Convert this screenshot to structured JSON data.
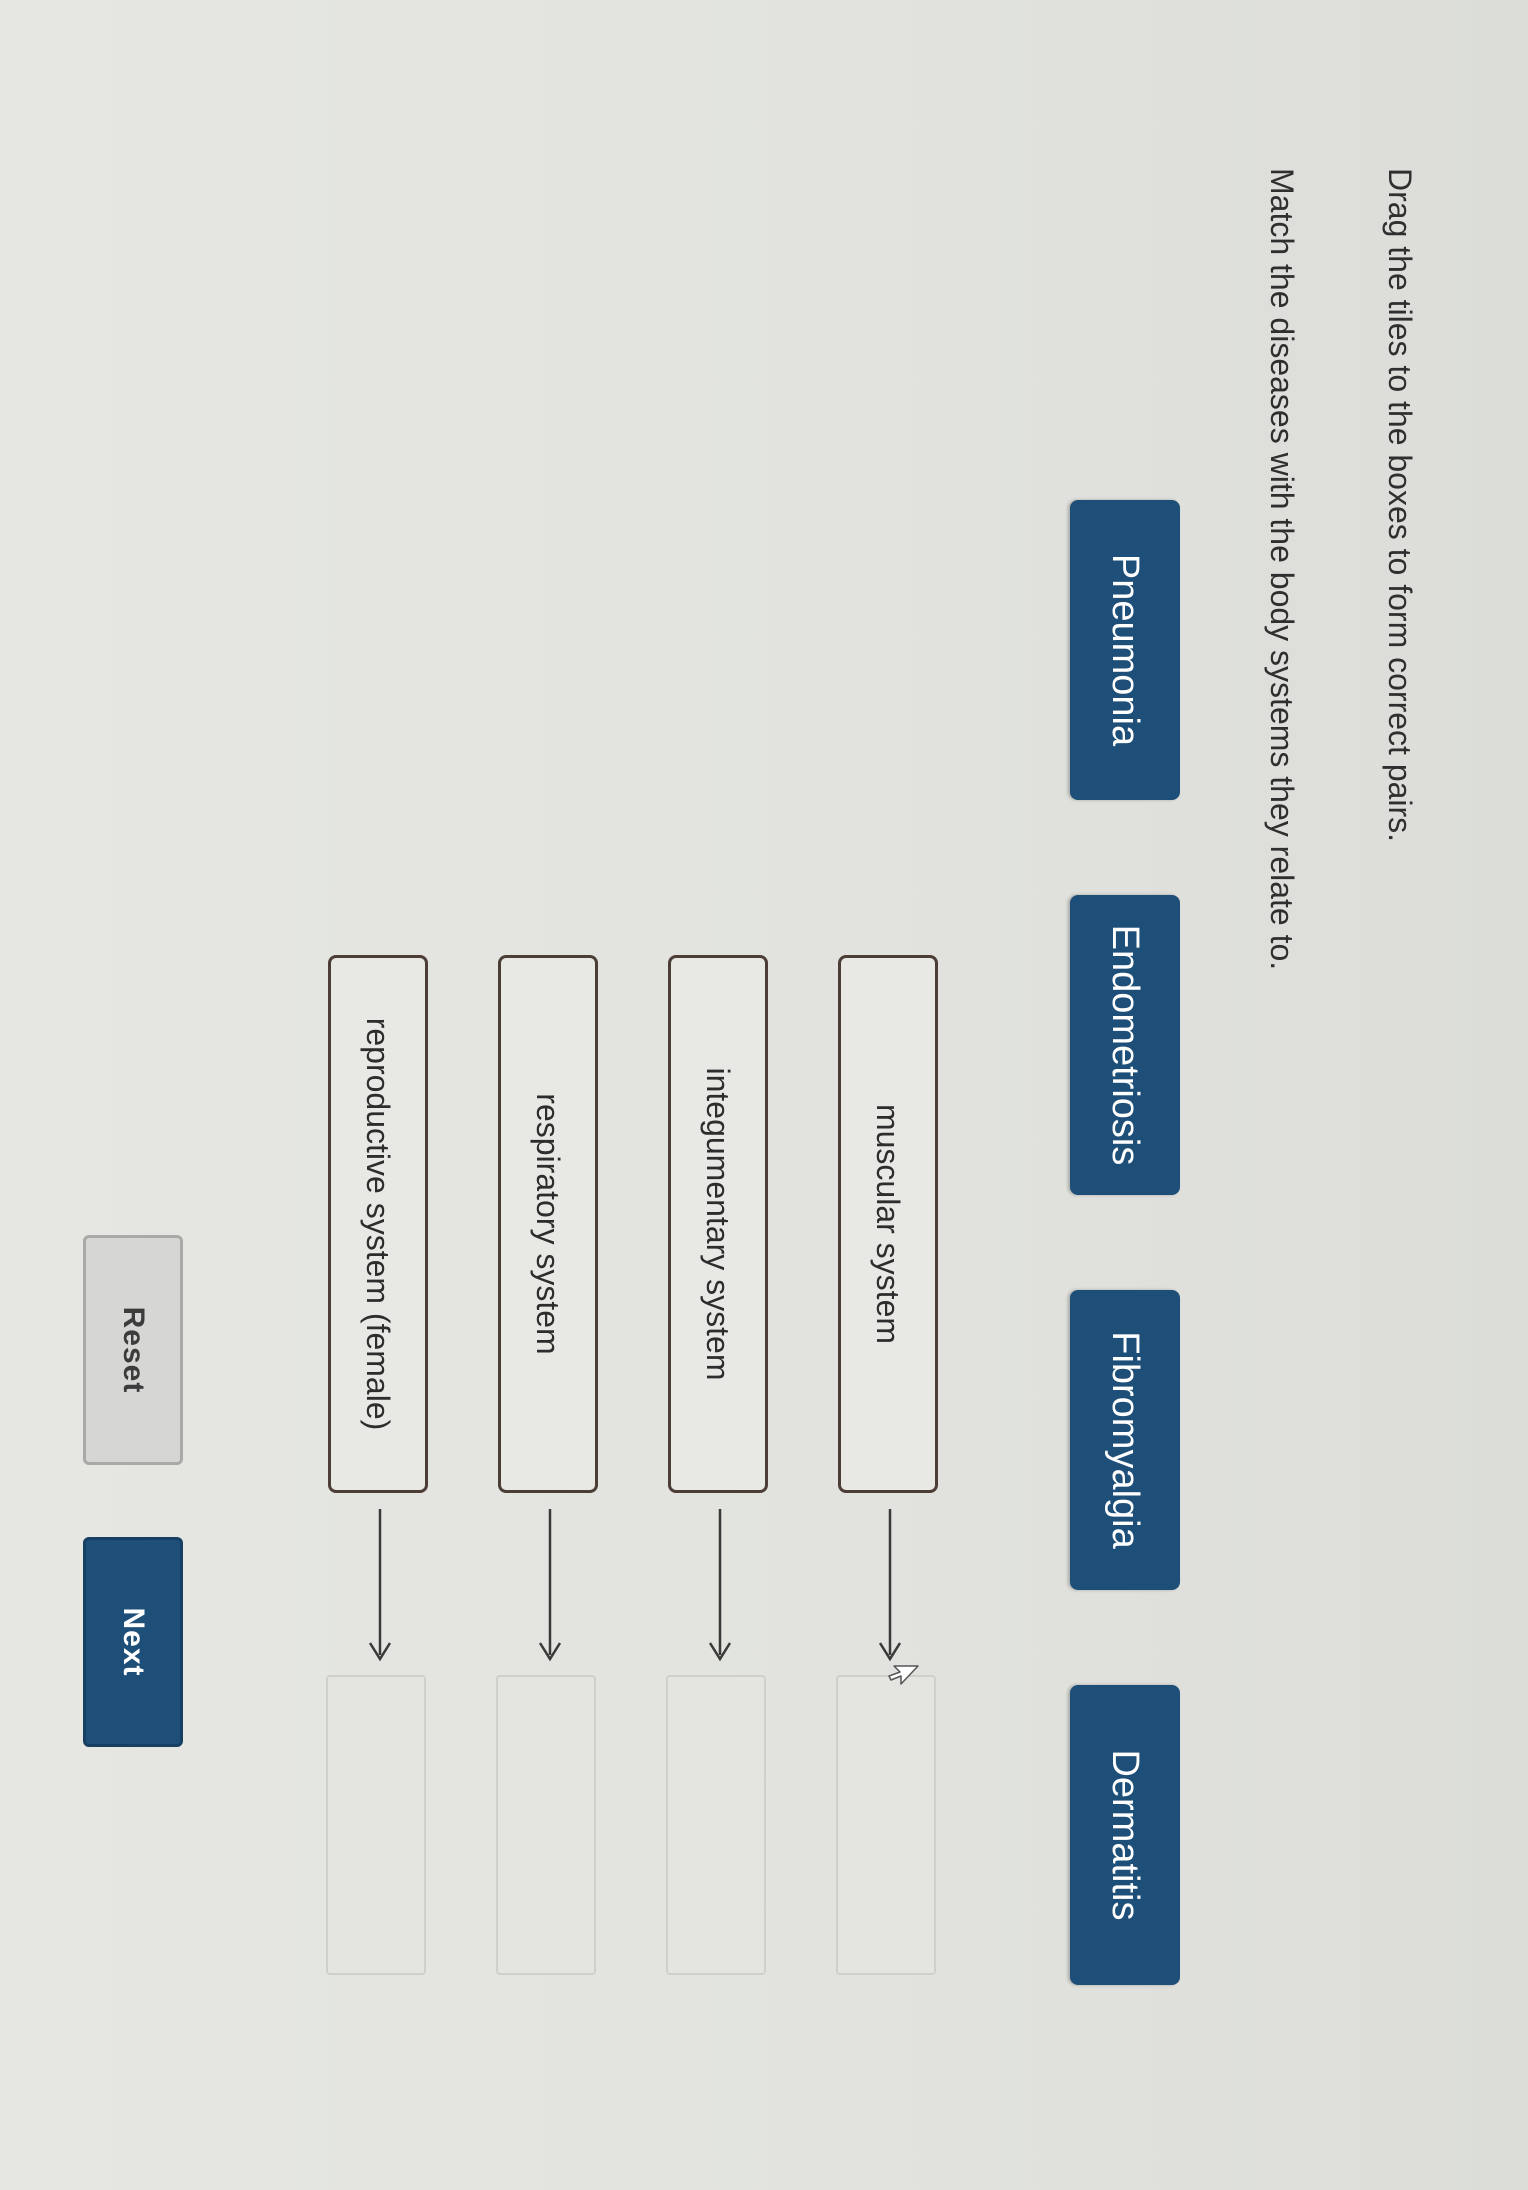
{
  "instructions": {
    "line1": "Drag the tiles to the boxes to form correct pairs.",
    "line2": "Match the diseases with the body systems they relate to."
  },
  "tiles": [
    {
      "label": "Pneumonia"
    },
    {
      "label": "Endometriosis"
    },
    {
      "label": "Fibromyalgia"
    },
    {
      "label": "Dermatitis"
    }
  ],
  "pairs": [
    {
      "system": "muscular system",
      "answer": ""
    },
    {
      "system": "integumentary system",
      "answer": ""
    },
    {
      "system": "respiratory system",
      "answer": ""
    },
    {
      "system": "reproductive system (female)",
      "answer": ""
    }
  ],
  "buttons": {
    "reset": "Reset",
    "next": "Next"
  },
  "colors": {
    "tile": "#1e4f79",
    "next_button": "#1e4f79",
    "reset_button": "#d6d7d4",
    "background": "#e2e3de"
  },
  "icons": {
    "pair_arrow": "arrow-right-icon",
    "pointer": "mouse-pointer-icon"
  }
}
